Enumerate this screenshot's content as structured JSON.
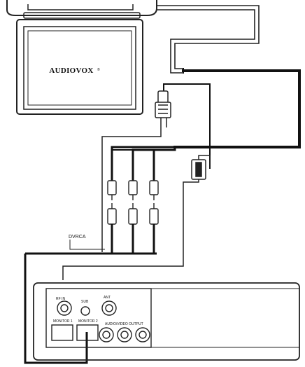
{
  "monitor": {
    "brand": "AUDIOVOX"
  },
  "cable_label": "DVRCA",
  "receiver": {
    "jack_labels": [
      "RF IN",
      "SUB",
      "ANT"
    ],
    "port_labels": [
      "MONITOR 1",
      "MONITOR 2"
    ],
    "output_label": "AUDIO/VIDEO OUTPUT"
  }
}
